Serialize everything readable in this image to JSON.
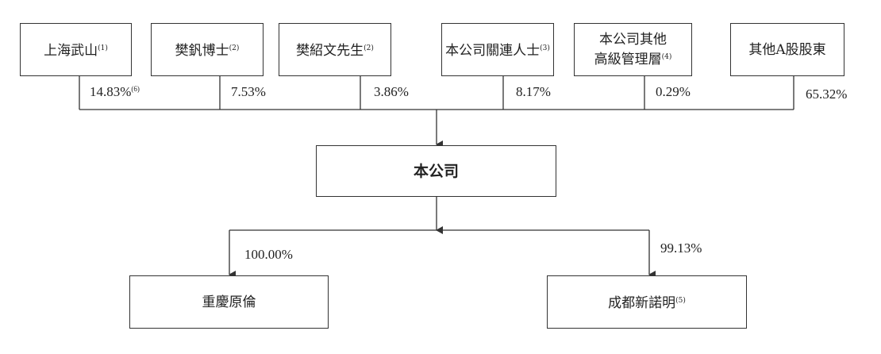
{
  "shareholders": [
    {
      "name": "上海武山",
      "note": "(1)",
      "percent": "14.83%",
      "percent_note": "(6)"
    },
    {
      "name": "樊釩博士",
      "note": "(2)",
      "percent": "7.53%",
      "percent_note": ""
    },
    {
      "name": "樊紹文先生",
      "note": "(2)",
      "percent": "3.86%",
      "percent_note": ""
    },
    {
      "name": "本公司關連人士",
      "note": "(3)",
      "percent": "8.17%",
      "percent_note": ""
    },
    {
      "name_line1": "本公司其他",
      "name": "高級管理層",
      "note": "(4)",
      "percent": "0.29%",
      "percent_note": ""
    },
    {
      "name": "其他A股股東",
      "note": "",
      "percent": "65.32%",
      "percent_note": ""
    }
  ],
  "company": {
    "name": "本公司"
  },
  "subsidiaries": [
    {
      "name": "重慶原倫",
      "note": "",
      "percent": "100.00%"
    },
    {
      "name": "成都新諾明",
      "note": "(5)",
      "percent": "99.13%"
    }
  ],
  "colors": {
    "line": "#333333",
    "text": "#222222"
  }
}
